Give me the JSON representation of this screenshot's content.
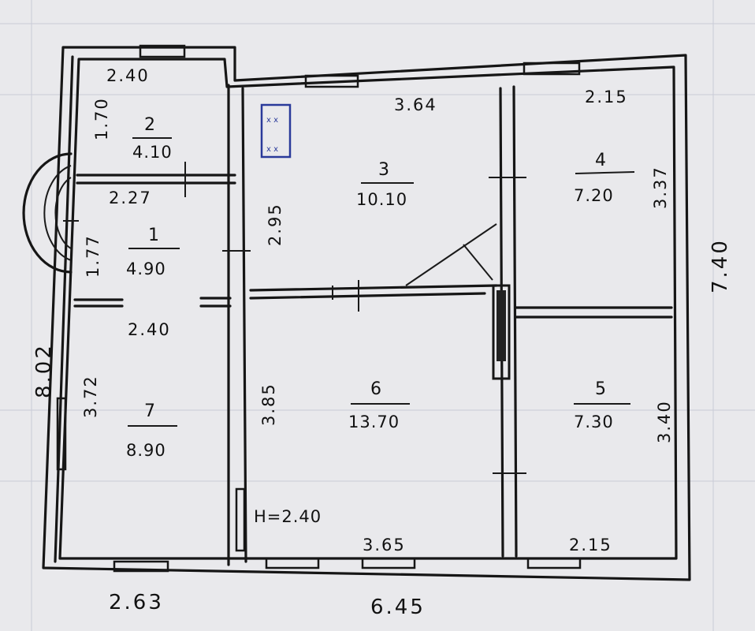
{
  "dimensions": {
    "r2_width": "2.40",
    "r2_height": "1.70",
    "r1_width": "2.27",
    "r1_height": "1.77",
    "r7_width": "2.40",
    "r7_height": "3.72",
    "r3_width": "3.64",
    "r3_height": "2.95",
    "r4_width": "2.15",
    "r4_height": "3.37",
    "r6_height": "3.85",
    "r6_width": "3.65",
    "r5_height": "3.40",
    "r5_width": "2.15",
    "overall_left": "8.02",
    "overall_right": "7.40",
    "bottom_left": "2.63",
    "bottom_total": "6.45"
  },
  "ceiling_height": "H=2.40",
  "rooms": [
    {
      "number": "2",
      "area": "4.10"
    },
    {
      "number": "1",
      "area": "4.90"
    },
    {
      "number": "7",
      "area": "8.90"
    },
    {
      "number": "3",
      "area": "10.10"
    },
    {
      "number": "4",
      "area": "7.20"
    },
    {
      "number": "6",
      "area": "13.70"
    },
    {
      "number": "5",
      "area": "7.30"
    }
  ],
  "colors": {
    "ink": "#161616",
    "paper": "#e9e9ec",
    "grid": "#c9ccd6",
    "fixture": "#2a3a9a"
  }
}
